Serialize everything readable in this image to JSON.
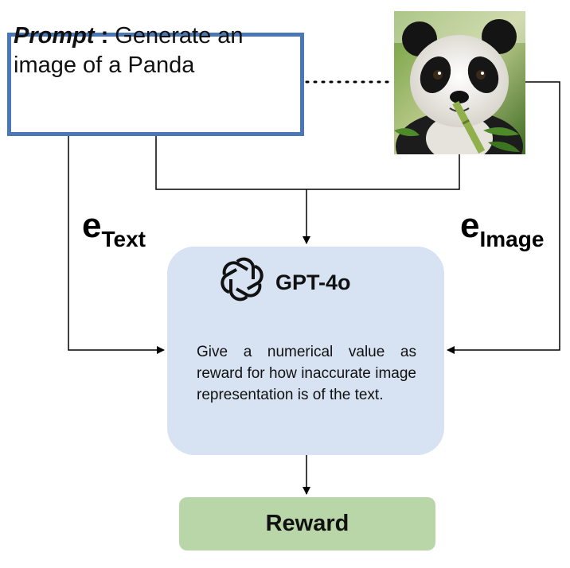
{
  "prompt": {
    "label": "Prompt",
    "colon": ":",
    "text": " Generate an image of a Panda"
  },
  "labels": {
    "e_symbol": "e",
    "text_sub": "Text",
    "image_sub": "Image"
  },
  "gpt": {
    "title": "GPT-4o",
    "instruction": "Give a numerical value as reward for how inaccurate image representation is of the text."
  },
  "reward": {
    "label": "Reward"
  },
  "colors": {
    "prompt_border": "#4a78b6",
    "gpt_fill": "#d7e3f2",
    "reward_fill": "#b9d6a8"
  }
}
